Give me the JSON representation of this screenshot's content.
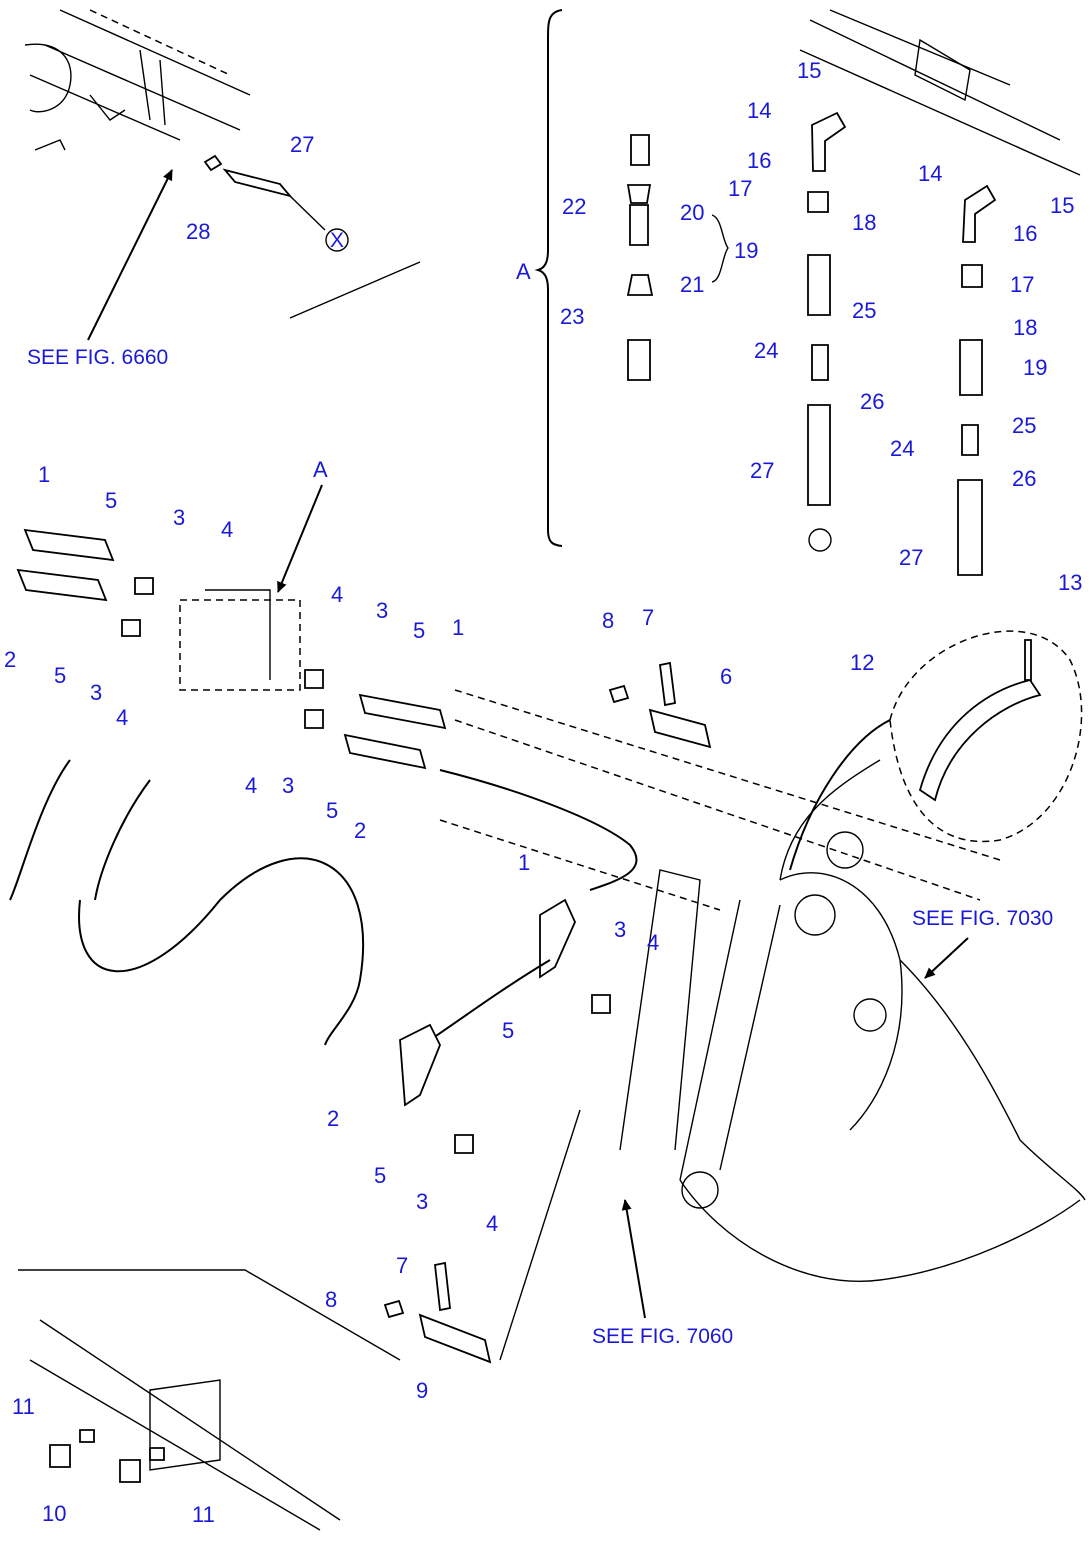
{
  "group_letter": "A",
  "callouts": [
    {
      "id": "c27a",
      "text": "27"
    },
    {
      "id": "c28",
      "text": "28"
    },
    {
      "id": "c22",
      "text": "22"
    },
    {
      "id": "c20",
      "text": "20"
    },
    {
      "id": "c23",
      "text": "23"
    },
    {
      "id": "c21",
      "text": "21"
    },
    {
      "id": "cA",
      "text": "A"
    },
    {
      "id": "c15a",
      "text": "15"
    },
    {
      "id": "c14a",
      "text": "14"
    },
    {
      "id": "c16a",
      "text": "16"
    },
    {
      "id": "c17a",
      "text": "17"
    },
    {
      "id": "c18a",
      "text": "18"
    },
    {
      "id": "c19a",
      "text": "19"
    },
    {
      "id": "c25a",
      "text": "25"
    },
    {
      "id": "c24a",
      "text": "24"
    },
    {
      "id": "c26a",
      "text": "26"
    },
    {
      "id": "c27b",
      "text": "27"
    },
    {
      "id": "c14b",
      "text": "14"
    },
    {
      "id": "c15b",
      "text": "15"
    },
    {
      "id": "c16b",
      "text": "16"
    },
    {
      "id": "c17b",
      "text": "17"
    },
    {
      "id": "c18b",
      "text": "18"
    },
    {
      "id": "c19b",
      "text": "19"
    },
    {
      "id": "c25b",
      "text": "25"
    },
    {
      "id": "c24b",
      "text": "24"
    },
    {
      "id": "c26b",
      "text": "26"
    },
    {
      "id": "c27c",
      "text": "27"
    },
    {
      "id": "cA2",
      "text": "A"
    },
    {
      "id": "c1a",
      "text": "1"
    },
    {
      "id": "c5a",
      "text": "5"
    },
    {
      "id": "c3a",
      "text": "3"
    },
    {
      "id": "c4a",
      "text": "4"
    },
    {
      "id": "c2a",
      "text": "2"
    },
    {
      "id": "c5b",
      "text": "5"
    },
    {
      "id": "c3b",
      "text": "3"
    },
    {
      "id": "c4b",
      "text": "4"
    },
    {
      "id": "c4c",
      "text": "4"
    },
    {
      "id": "c3c",
      "text": "3"
    },
    {
      "id": "c5c",
      "text": "5"
    },
    {
      "id": "c1b",
      "text": "1"
    },
    {
      "id": "c4d",
      "text": "4"
    },
    {
      "id": "c3d",
      "text": "3"
    },
    {
      "id": "c5d",
      "text": "5"
    },
    {
      "id": "c2b",
      "text": "2"
    },
    {
      "id": "c8a",
      "text": "8"
    },
    {
      "id": "c7a",
      "text": "7"
    },
    {
      "id": "c6",
      "text": "6"
    },
    {
      "id": "c12",
      "text": "12"
    },
    {
      "id": "c13",
      "text": "13"
    },
    {
      "id": "c1c",
      "text": "1"
    },
    {
      "id": "c3e",
      "text": "3"
    },
    {
      "id": "c4e",
      "text": "4"
    },
    {
      "id": "c5e",
      "text": "5"
    },
    {
      "id": "c2c",
      "text": "2"
    },
    {
      "id": "c5f",
      "text": "5"
    },
    {
      "id": "c3f",
      "text": "3"
    },
    {
      "id": "c4f",
      "text": "4"
    },
    {
      "id": "c7b",
      "text": "7"
    },
    {
      "id": "c8b",
      "text": "8"
    },
    {
      "id": "c9",
      "text": "9"
    },
    {
      "id": "c11a",
      "text": "11"
    },
    {
      "id": "c10",
      "text": "10"
    },
    {
      "id": "c11b",
      "text": "11"
    }
  ],
  "references": {
    "fig6660": "SEE FIG. 6660",
    "fig7030": "SEE FIG. 7030",
    "fig7060": "SEE FIG. 7060"
  },
  "cut_marker": "X"
}
